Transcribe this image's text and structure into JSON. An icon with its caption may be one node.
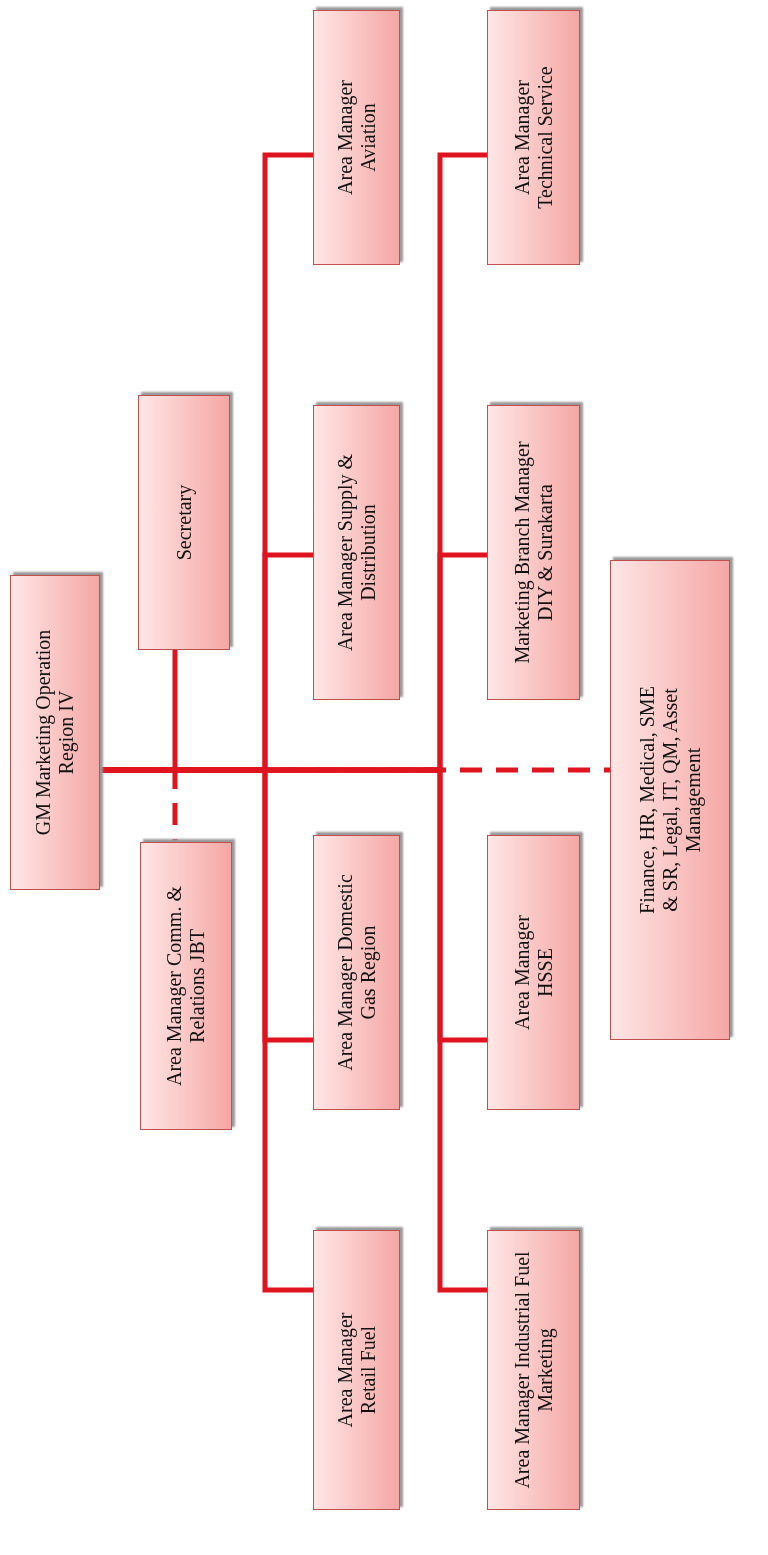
{
  "diagram": {
    "nodes": [
      {
        "text": [
          "GM Marketing Operation Region IV"
        ]
      },
      {
        "text": [
          "Secretary"
        ]
      },
      {
        "text": [
          "Area Manager Comm. & Relations JBT"
        ]
      },
      {
        "text": [
          "Area Manager Retail Fuel"
        ]
      },
      {
        "text": [
          "Area Manager Domestic Gas Region"
        ]
      },
      {
        "text": [
          "Area Manager Supply & Distribution"
        ]
      },
      {
        "text": [
          "Area Manager Aviation"
        ]
      },
      {
        "text": [
          "Area Manager Industrial Fuel Marketing"
        ]
      },
      {
        "text": [
          "Area Manager HSSE"
        ]
      },
      {
        "text": [
          "Marketing Branch Manager DIY & Surakarta"
        ]
      },
      {
        "text": [
          "Area Manager Technical Service"
        ]
      },
      {
        "text": [
          "Finance, HR, Medical, SME & SR, Legal, IT, QM, Asset Management"
        ]
      }
    ],
    "edges": [
      {
        "from": 0,
        "to": 1,
        "arrow": "none"
      },
      {
        "from": 0,
        "to": 2,
        "arrow": "none",
        "style": "dashed"
      },
      {
        "from": 0,
        "to": 3,
        "arrow": "none"
      },
      {
        "from": 0,
        "to": 4,
        "arrow": "none"
      },
      {
        "from": 0,
        "to": 5,
        "arrow": "none"
      },
      {
        "from": 0,
        "to": 6,
        "arrow": "none"
      },
      {
        "from": 0,
        "to": 7,
        "arrow": "none"
      },
      {
        "from": 0,
        "to": 8,
        "arrow": "none"
      },
      {
        "from": 0,
        "to": 9,
        "arrow": "none"
      },
      {
        "from": 0,
        "to": 10,
        "arrow": "none"
      },
      {
        "from": 0,
        "to": 11,
        "arrow": "none",
        "style": "dashed"
      }
    ]
  }
}
